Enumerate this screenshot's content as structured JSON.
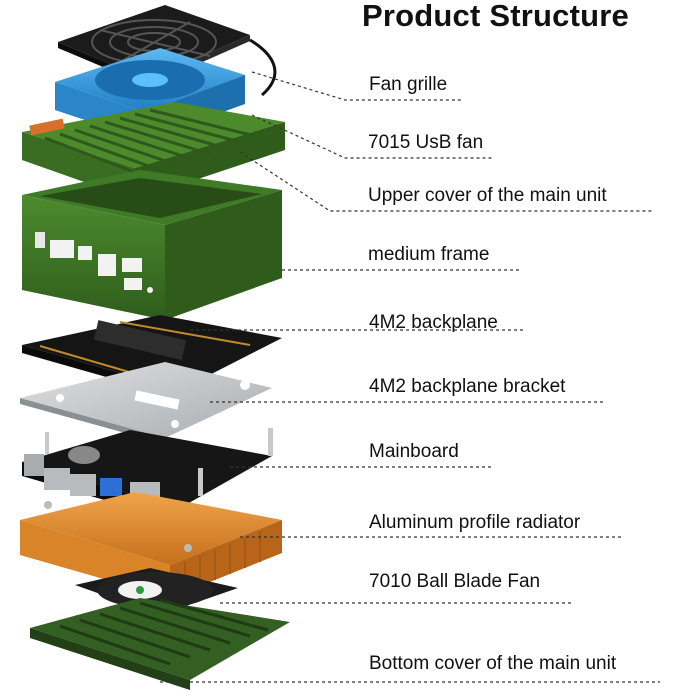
{
  "title": "Product Structure",
  "labels": [
    "Fan grille",
    "7015 UsB fan",
    "Upper cover of the main unit",
    "medium frame",
    "4M2 backplane",
    "4M2 backplane bracket",
    "Mainboard",
    "Aluminum profile radiator",
    "7010 Ball Blade Fan",
    "Bottom cover of the main unit"
  ],
  "colors": {
    "grille": "#1b1b1b",
    "usb_fan": "#3b9ee0",
    "cover_green": "#3f7a26",
    "frame_green": "#3a6d24",
    "pcb": "#111111",
    "bracket": "#c9cbcd",
    "radiator": "#e0892d",
    "bottom_cover": "#335f22",
    "leader_line": "#333333"
  }
}
